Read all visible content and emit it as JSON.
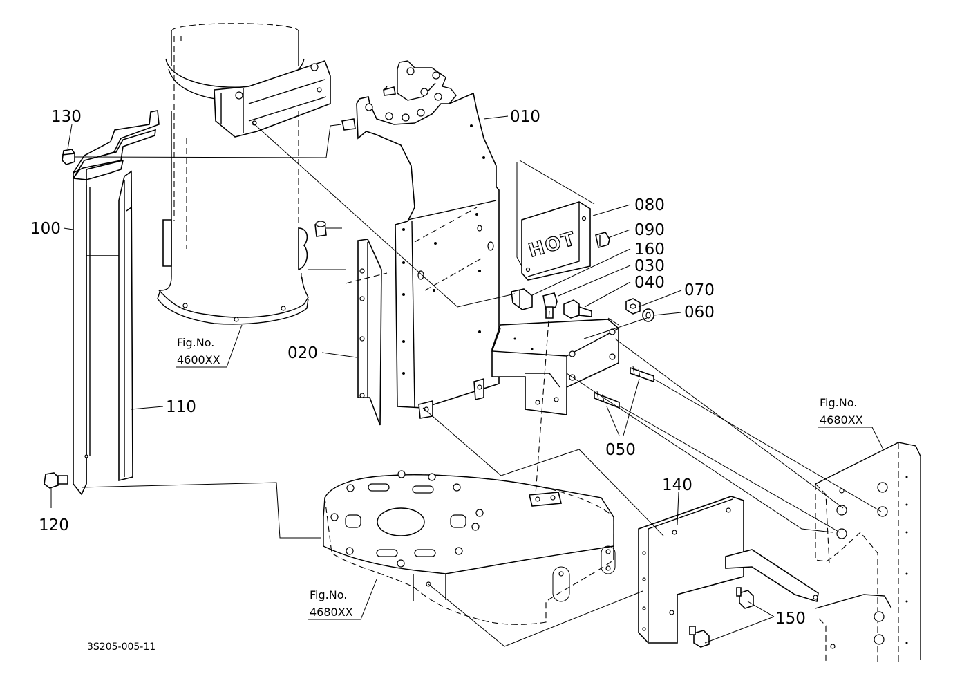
{
  "drawing_code": "3S205-005-11",
  "figure_references": [
    {
      "line1": "Fig.No.",
      "line2": "4600XX"
    },
    {
      "line1": "Fig.No.",
      "line2": "4680XX"
    },
    {
      "line1": "Fig.No.",
      "line2": "4680XX"
    }
  ],
  "hot_label": "HOT",
  "part_callouts": {
    "p010": "010",
    "p020": "020",
    "p030": "030",
    "p040": "040",
    "p050": "050",
    "p060": "060",
    "p070": "070",
    "p080": "080",
    "p090": "090",
    "p100": "100",
    "p110": "110",
    "p120": "120",
    "p130": "130",
    "p140": "140",
    "p150": "150",
    "p160": "160"
  }
}
